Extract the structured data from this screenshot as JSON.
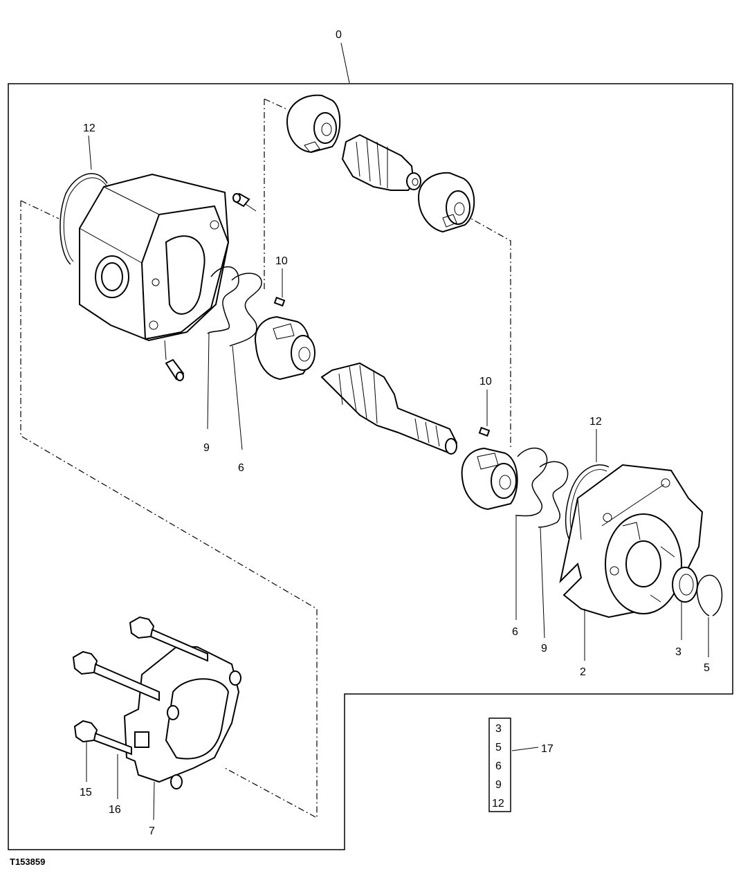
{
  "figure_code": "T153859",
  "callouts": {
    "c0": "0",
    "c12_top": "12",
    "c10_top": "10",
    "c9_left": "9",
    "c6_left": "6",
    "c10_mid": "10",
    "c12_right": "12",
    "c6_right": "6",
    "c9_right": "9",
    "c2": "2",
    "c3": "3",
    "c5": "5",
    "c15": "15",
    "c16": "16",
    "c7": "7",
    "c17": "17"
  },
  "kit_items": [
    "3",
    "5",
    "6",
    "9",
    "12"
  ]
}
